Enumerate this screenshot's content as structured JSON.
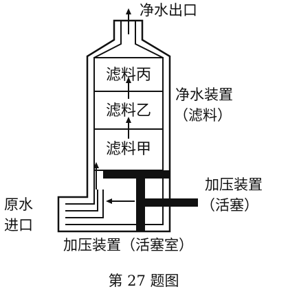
{
  "labels": {
    "outlet": "净水出口",
    "filter_c": "滤料丙",
    "filter_b": "滤料乙",
    "filter_a": "滤料甲",
    "purifier_line1": "净水装置",
    "purifier_line2": "（滤料）",
    "piston_line1": "加压装置",
    "piston_line2": "（活塞）",
    "inlet_line1": "原水",
    "inlet_line2": "进口",
    "chamber": "加压装置（活塞室）",
    "caption": "第 27 题图"
  },
  "colors": {
    "line": "#111111",
    "background": "#ffffff"
  }
}
